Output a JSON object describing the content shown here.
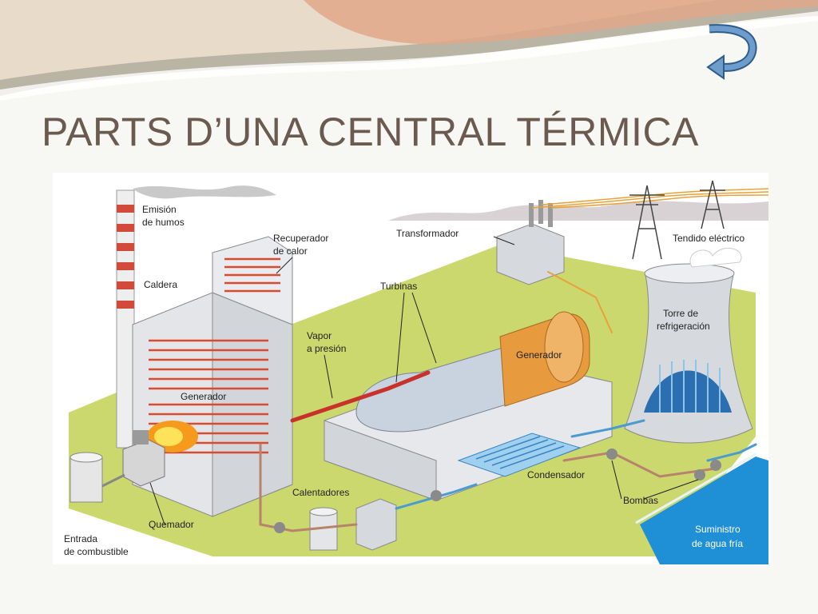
{
  "slide": {
    "title": "PARTS D’UNA CENTRAL TÉRMICA"
  },
  "labels": {
    "emission_line1": "Emisión",
    "emission_line2": "de humos",
    "heat_recovery_line1": "Recuperador",
    "heat_recovery_line2": "de calor",
    "boiler": "Caldera",
    "steam_generator": "Generador",
    "pressure_steam_line1": "Vapor",
    "pressure_steam_line2": "a presión",
    "turbines": "Turbinas",
    "transformer": "Transformador",
    "power_lines": "Tendido eléctrico",
    "cooling_tower_line1": "Torre de",
    "cooling_tower_line2": "refrigeración",
    "generator": "Generador",
    "condenser": "Condensador",
    "heaters": "Calentadores",
    "burner": "Quemador",
    "fuel_inlet_line1": "Entrada",
    "fuel_inlet_line2": "de combustible",
    "pumps": "Bombas",
    "cold_water_line1": "Suministro",
    "cold_water_line2": "de agua fría"
  },
  "icons": {
    "back": "return-arrow-icon"
  },
  "colors": {
    "title": "#6b5a4f",
    "ground": "#c8d66a",
    "pipes_hot": "#c8322a",
    "pipes_cool": "#4a9bd0",
    "water": "#1f8fd6"
  }
}
